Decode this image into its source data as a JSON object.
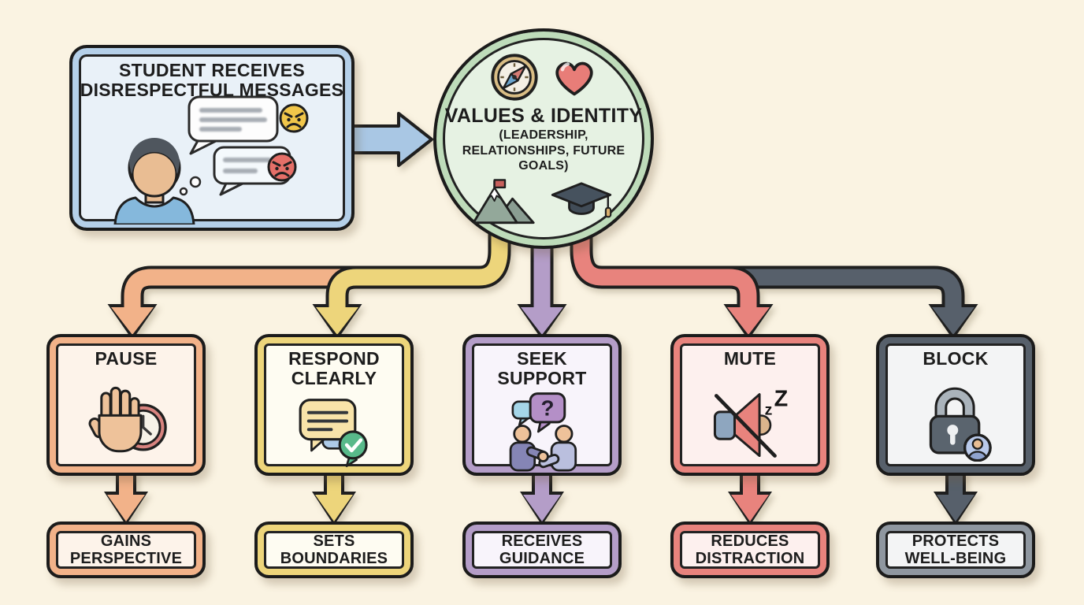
{
  "canvas": {
    "bg": "#faf3e2",
    "outline": "#1f1f1f",
    "text": "#1d1d1d"
  },
  "source_box": {
    "title": "STUDENT RECEIVES DISRESPECTFUL MESSAGES",
    "band": "#b5d0e9",
    "fill": "#e9f1f8",
    "arrow_color": "#a9c7e4",
    "icons": [
      "student-avatar",
      "chat-bubble",
      "chat-bubble",
      "angry-emoji-yellow",
      "angry-emoji-red",
      "thought-dots"
    ]
  },
  "hub": {
    "title": "VALUES & IDENTITY",
    "subtitle": "(LEADERSHIP, RELATIONSHIPS, FUTURE GOALS)",
    "band": "#bedcba",
    "fill": "#e6f2e3",
    "icons": [
      "compass-icon",
      "heart-icon",
      "mountain-flag-icon",
      "graduation-cap-icon"
    ]
  },
  "branches": [
    {
      "id": "pause",
      "label": "PAUSE",
      "outcome": "GAINS PERSPECTIVE",
      "band": "#f2b289",
      "fill": "#fdf3ea",
      "icon": "stop-hand-clock-icon"
    },
    {
      "id": "respond",
      "label": "RESPOND CLEARLY",
      "outcome": "SETS BOUNDARIES",
      "band": "#edd57b",
      "fill": "#fefcf2",
      "icon": "chat-checkmark-icon"
    },
    {
      "id": "seek",
      "label": "SEEK SUPPORT",
      "outcome": "RECEIVES GUIDANCE",
      "band": "#b49dc8",
      "fill": "#f8f4fb",
      "icon": "handshake-question-icon"
    },
    {
      "id": "mute",
      "label": "MUTE",
      "outcome": "REDUCES DISTRACTION",
      "band": "#e8837d",
      "fill": "#fdf0ee",
      "icon": "muted-speaker-zz-icon"
    },
    {
      "id": "block",
      "label": "BLOCK",
      "outcome": "PROTECTS WELL-BEING",
      "band": "#57606b",
      "fill": "#f3f4f5",
      "outcome_band": "#8f97a0",
      "icon": "padlock-user-icon"
    }
  ]
}
